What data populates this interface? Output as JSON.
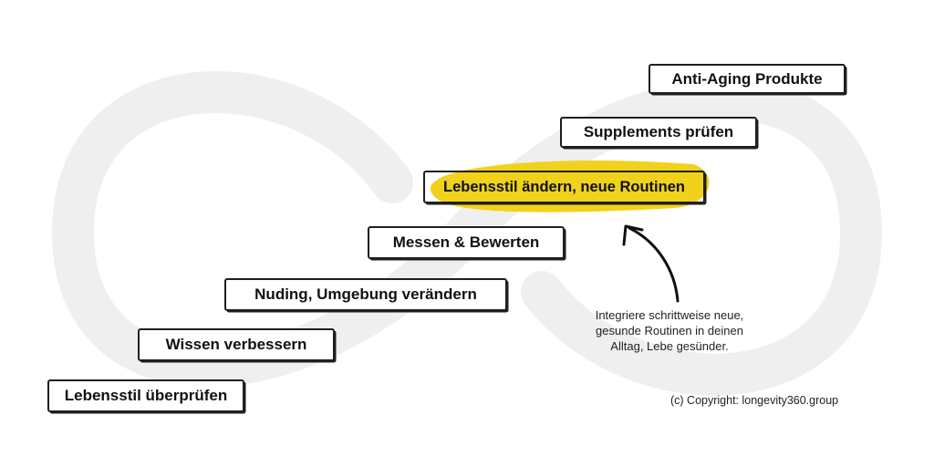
{
  "steps": [
    {
      "label": "Lebensstil überprüfen"
    },
    {
      "label": "Wissen verbessern"
    },
    {
      "label": "Nuding, Umgebung verändern"
    },
    {
      "label": "Messen & Bewerten"
    },
    {
      "label": "Lebensstil ändern, neue Routinen"
    },
    {
      "label": "Supplements prüfen"
    },
    {
      "label": "Anti-Aging Produkte"
    }
  ],
  "annotation": {
    "lines": [
      "Integriere schrittweise neue,",
      "gesunde Routinen in deinen",
      "Alltag, Lebe gesünder."
    ]
  },
  "copyright": "(c) Copyright: longevity360.group",
  "colors": {
    "highlight": "#f0d21c",
    "background_symbol": "#efefef",
    "border": "#1f1f1f"
  },
  "icons": {
    "background": "infinity-icon",
    "pointer": "curved-arrow-icon"
  }
}
